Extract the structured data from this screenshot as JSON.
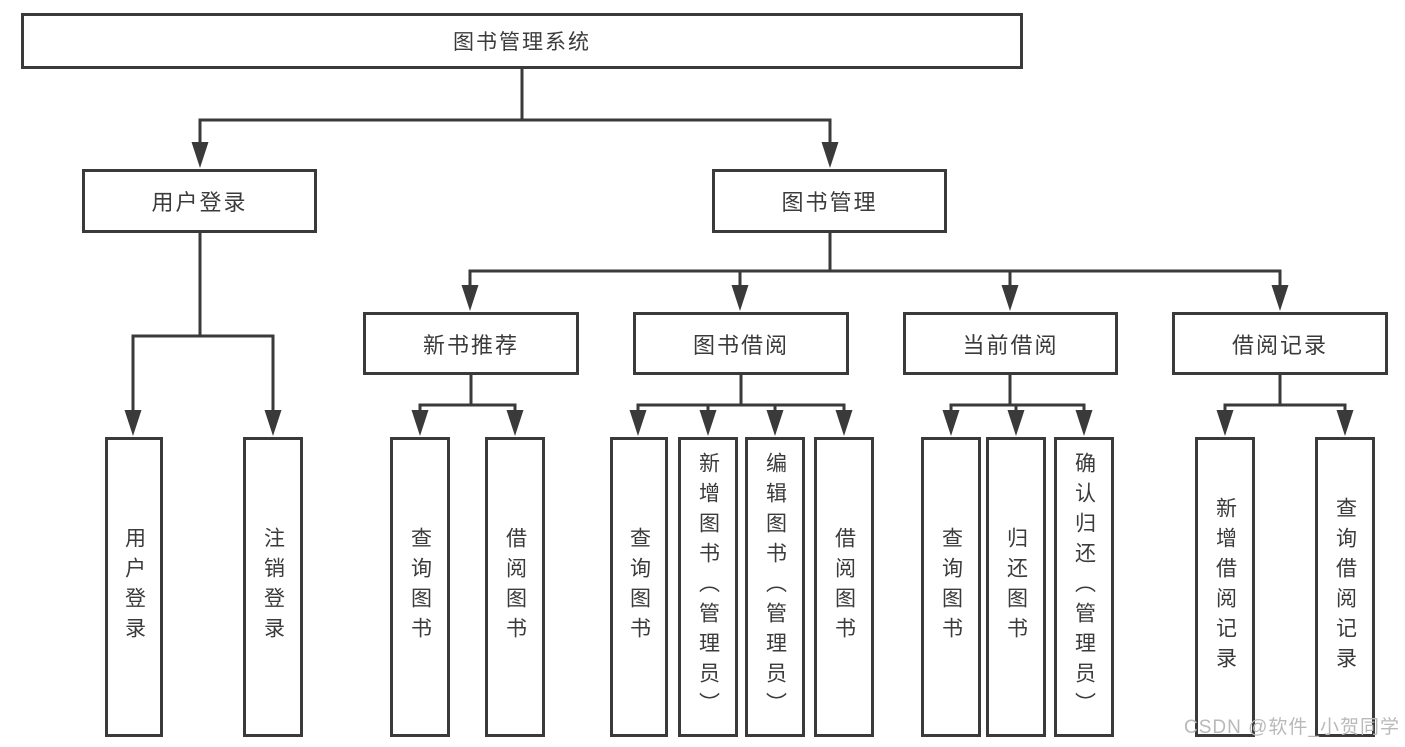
{
  "diagram": {
    "root": {
      "label": "图书管理系统",
      "children": [
        {
          "label": "用户登录",
          "children": [
            {
              "label": "用户登录"
            },
            {
              "label": "注销登录"
            }
          ]
        },
        {
          "label": "图书管理",
          "children": [
            {
              "label": "新书推荐",
              "children": [
                {
                  "label": "查询图书"
                },
                {
                  "label": "借阅图书"
                }
              ]
            },
            {
              "label": "图书借阅",
              "children": [
                {
                  "label": "查询图书"
                },
                {
                  "label": "新增图书（管理员）"
                },
                {
                  "label": "编辑图书（管理员）"
                },
                {
                  "label": "借阅图书"
                }
              ]
            },
            {
              "label": "当前借阅",
              "children": [
                {
                  "label": "查询图书"
                },
                {
                  "label": "归还图书"
                },
                {
                  "label": "确认归还（管理员）"
                }
              ]
            },
            {
              "label": "借阅记录",
              "children": [
                {
                  "label": "新增借阅记录"
                },
                {
                  "label": "查询借阅记录"
                }
              ]
            }
          ]
        }
      ]
    },
    "watermark": "CSDN @软件_小贺同学",
    "colors": {
      "line": "#3a3a3a",
      "text": "#3b3b3b",
      "watermark": "#b9b9b9",
      "background": "#ffffff"
    }
  }
}
